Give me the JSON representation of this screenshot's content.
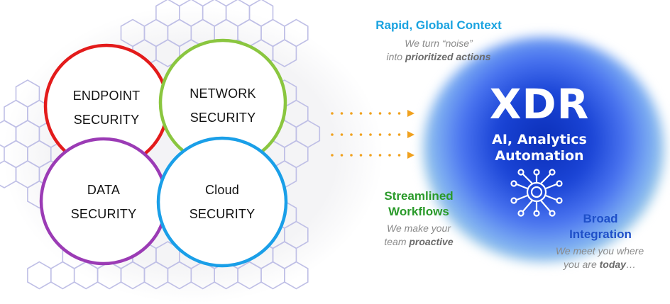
{
  "circles": [
    {
      "name": "endpoint",
      "line1": "ENDPOINT",
      "line2": "SECURITY",
      "color": "#e31b1b"
    },
    {
      "name": "network",
      "line1": "NETWORK",
      "line2": "SECURITY",
      "color": "#8ac63f"
    },
    {
      "name": "data",
      "line1": "DATA",
      "line2": "SECURITY",
      "color": "#9b3bb5"
    },
    {
      "name": "cloud",
      "line1": "Cloud",
      "line2": "SECURITY",
      "color": "#1a9fe8"
    }
  ],
  "xdr": {
    "title": "XDR",
    "subtitle_line1": "AI, Analytics",
    "subtitle_line2": "Automation",
    "icon": "neural-network-icon"
  },
  "callouts": {
    "rapid": {
      "title": "Rapid, Global Context",
      "sub_line1": "We turn “noise”",
      "sub_line2_prefix": "into ",
      "sub_line2_bold": "prioritized actions",
      "color": "#1aa3e0"
    },
    "streamlined": {
      "title_line1": "Streamlined",
      "title_line2": "Workflows",
      "sub_line1": "We make your",
      "sub_line2_prefix": "team ",
      "sub_line2_bold": "proactive",
      "color": "#2a9a2a"
    },
    "broad": {
      "title_line1": "Broad",
      "title_line2": "Integration",
      "sub_line1": "We meet you where",
      "sub_line2_prefix": "you are ",
      "sub_line2_bold": "today",
      "sub_line2_suffix": "…",
      "color": "#1e4fc8"
    }
  },
  "arrows": {
    "count": 3,
    "color": "#f0a11e"
  }
}
